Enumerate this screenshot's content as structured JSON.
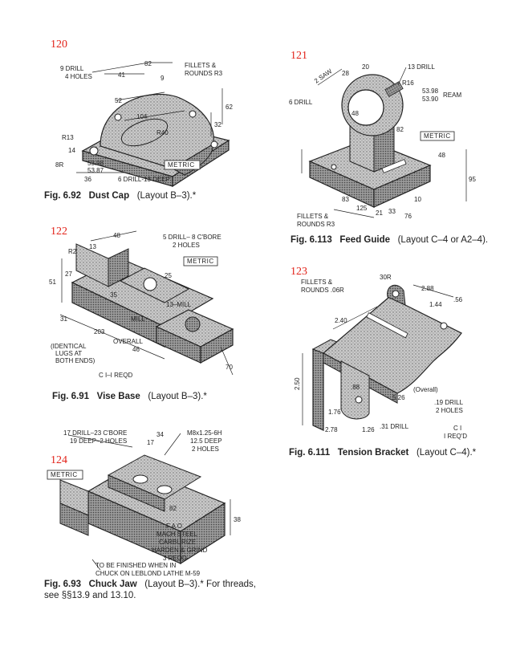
{
  "problems": [
    {
      "number": "120"
    },
    {
      "number": "121"
    },
    {
      "number": "122"
    },
    {
      "number": "123"
    },
    {
      "number": "124"
    }
  ],
  "figures": {
    "dust_cap": {
      "fig_no": "Fig. 6.92",
      "name": "Dust Cap",
      "layout": "(Layout B–3).*",
      "labels": {
        "drill": "9 DRILL",
        "holes": "4 HOLES",
        "d82": "82",
        "d41": "41",
        "fillets": "FILLETS &",
        "rounds": "ROUNDS R3",
        "d52": "52",
        "d104": "104",
        "d62": "62",
        "d32": "32",
        "r13": "R13",
        "d14": "14",
        "r8": "8R",
        "dia1": "53.98",
        "dia2": "53.87",
        "d36": "36",
        "deep": "6 DRILL-13 DEEP",
        "metric": "METRIC",
        "r40": "R40",
        "d9": "9"
      }
    },
    "feed_guide": {
      "fig_no": "Fig. 6.113",
      "name": "Feed Guide",
      "layout": "(Layout C–4 or A2–4).",
      "labels": {
        "saw": "2 SAW",
        "d28": "28",
        "d20": "20",
        "drill13": "13 DRILL",
        "r16": "R16",
        "ream1": "53.98",
        "ream2": "53.90",
        "ream": "REAM",
        "drill6": "6 DRILL",
        "metric": "METRIC",
        "d48": "48",
        "d82": "82",
        "d83": "83",
        "d125": "125",
        "d21": "21",
        "d33": "33",
        "d76": "76",
        "d10": "10",
        "d95": "95",
        "d48b": "48",
        "fillets": "FILLETS &",
        "rounds": "ROUNDS R3"
      }
    },
    "vise_base": {
      "fig_no": "Fig. 6.91",
      "name": "Vise Base",
      "layout": "(Layout B–3).*",
      "labels": {
        "d48": "48",
        "d13": "13",
        "cbore": "5 DRILL– 8 C'BORE",
        "holes": "2 HOLES",
        "metric": "METRIC",
        "r2": "R2",
        "d51": "51",
        "d27": "27",
        "d31": "31",
        "d203": "203",
        "overall": "OVERALL",
        "d46": "46",
        "mill": "MILL",
        "d13mill": "13–MILL",
        "identical": "(IDENTICAL",
        "lugs": "LUGS AT",
        "ends": "BOTH ENDS)",
        "reqd": "C I–I REQD",
        "d70": "70",
        "d35": "35",
        "d25": "25"
      }
    },
    "tension_bracket": {
      "fig_no": "Fig. 6.111",
      "name": "Tension Bracket",
      "layout": "(Layout C–4).*",
      "labels": {
        "fillets": "FILLETS &",
        "rounds": "ROUNDS .06R",
        "r30": "30R",
        "d288": "2.88",
        "d144": "1.44",
        "d56": ".56",
        "d240": "2.40",
        "d250": "2.50",
        "d88": ".88",
        "d526": "5.26",
        "overall": "(Overall)",
        "d176": "1.76",
        "d126": "1.26",
        "d278": "2.78",
        "drill31": ".31 DRILL",
        "drill19": ".19 DRILL",
        "holes": "2 HOLES",
        "ci": "C I",
        "reqd": "I REQ'D"
      }
    },
    "chuck_jaw": {
      "fig_no": "Fig. 6.93",
      "name": "Chuck Jaw",
      "layout": "(Layout B–3).* For threads,",
      "see": "see §§13.9 and 13.10.",
      "labels": {
        "cbore": "17 DRILL–23 C'BORE",
        "deep": "19 DEEP–2 HOLES",
        "d34": "34",
        "thread": "M8x1.25-6H",
        "deep2": "12.5 DEEP",
        "holes2": "2 HOLES",
        "metric": "METRIC",
        "d82": "82",
        "d38": "38",
        "fao": "F A O",
        "steel": "MACH STEEL",
        "carb": "CARBURIZE",
        "harden": "HARDEN & GRIND",
        "reqd": "3 REQD",
        "finish": "TO BE FINISHED WHEN IN",
        "chuck": "CHUCK ON LEBLOND LATHE M-59",
        "d17": "17"
      }
    }
  }
}
